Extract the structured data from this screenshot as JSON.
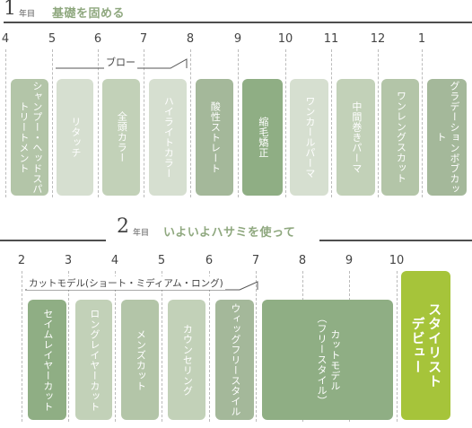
{
  "year1": {
    "number": "1",
    "unit": "年目",
    "title": "基礎を固める",
    "months": [
      "4",
      "5",
      "6",
      "7",
      "8",
      "9",
      "10",
      "11",
      "12",
      "1"
    ],
    "bracket_label": "ブロー",
    "items": [
      "シャンプー・ヘッドスパ\nトリートメント",
      "リタッチ",
      "全頭カラー",
      "ハイライトカラー",
      "酸性ストレート",
      "縮毛矯正",
      "ワンカールパーマ",
      "中間巻きパーマ",
      "ワンレングスカット",
      "グラデーションボブカット"
    ]
  },
  "year2": {
    "number": "2",
    "unit": "年目",
    "title": "いよいよハサミを使って",
    "months": [
      "2",
      "3",
      "4",
      "5",
      "6",
      "7",
      "8",
      "9",
      "10"
    ],
    "bracket_label": "カットモデル(ショート・ミディアム・ロング)",
    "items": [
      "セイムレイヤーカット",
      "ロングレイヤーカット",
      "メンズカット",
      "カウンセリング",
      "ウィッグフリースタイル",
      "カットモデル\n（フリースタイル）"
    ],
    "debut": "スタイリスト\nデビュー"
  },
  "colors": {
    "light": "#d6dfd0",
    "mid": "#b3c5a8",
    "midlight": "#c2d1b8",
    "dark": "#8fae84",
    "debut": "#a6c43a",
    "title": "#8fa87f"
  }
}
